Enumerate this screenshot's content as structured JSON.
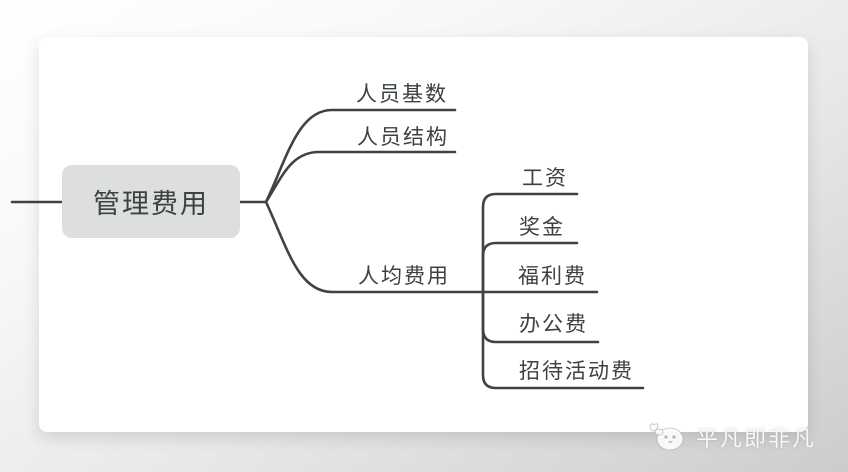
{
  "mindmap": {
    "root": {
      "label": "管理费用"
    },
    "branches": [
      {
        "label": "人员基数",
        "children": []
      },
      {
        "label": "人员结构",
        "children": []
      },
      {
        "label": "人均费用",
        "children": [
          {
            "label": "工资"
          },
          {
            "label": "奖金"
          },
          {
            "label": "福利费"
          },
          {
            "label": "办公费"
          },
          {
            "label": "招待活动费"
          }
        ]
      }
    ]
  },
  "watermark": {
    "text": "平凡即非凡",
    "logo": "mascot-face-icon"
  },
  "colors": {
    "line": "#3f4343",
    "text": "#3c4141",
    "root_node_fill": "#dcdfde",
    "canvas_bg": "#ffffff",
    "watermark_text": "#fcfcfc"
  }
}
